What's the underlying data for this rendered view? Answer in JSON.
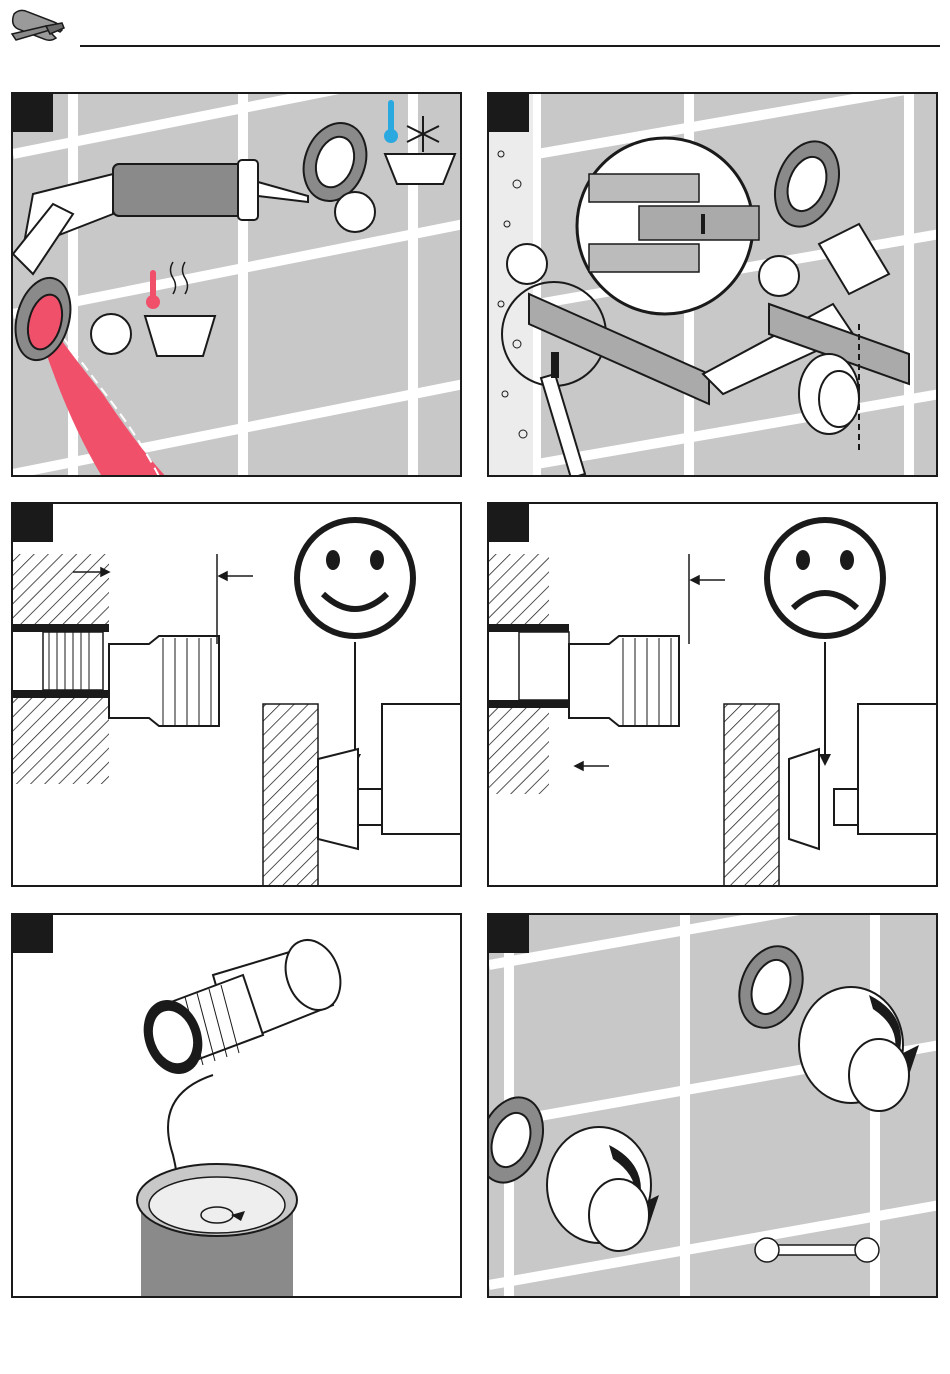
{
  "document": {
    "header_icon": "tools-icon",
    "colors": {
      "tile": "#c8c8c8",
      "grout": "#ffffff",
      "line": "#1a1a1a",
      "hot": "#f0506a",
      "cold": "#2aa8e0",
      "dark_gray": "#8a8a8a"
    }
  },
  "panels": [
    {
      "id": "apply-sealant",
      "icons": [
        "caulk-gun-icon",
        "cold-thermometer-icon",
        "snowflake-icon",
        "hot-thermometer-icon",
        "steam-icon"
      ]
    },
    {
      "id": "cut-flush",
      "icons": [
        "saw-icon",
        "screwdriver-icon",
        "magnifier-icon"
      ]
    },
    {
      "id": "correct-depth",
      "icons": [
        "smiley-face-icon",
        "arrow-icon"
      ]
    },
    {
      "id": "incorrect-depth",
      "icons": [
        "sad-face-icon",
        "arrow-icon"
      ]
    },
    {
      "id": "apply-thread-seal",
      "icons": [
        "hemp-thread-icon",
        "paste-tin-icon"
      ]
    },
    {
      "id": "install-eccentric",
      "icons": [
        "rotate-arrow-icon",
        "wrench-icon"
      ]
    }
  ]
}
